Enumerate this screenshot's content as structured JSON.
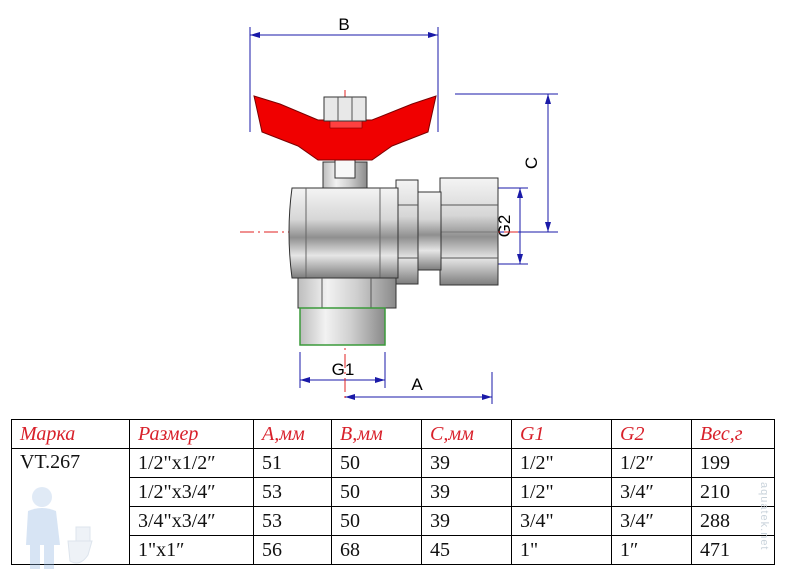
{
  "drawing": {
    "dim_b": "B",
    "dim_c": "C",
    "dim_g2": "G2",
    "dim_g1": "G1",
    "dim_a": "A",
    "colors": {
      "handle": "#f00000",
      "dim_line": "#1a1aa8",
      "axis": "#e02020",
      "tail": "#3a9a3a"
    }
  },
  "table": {
    "headers": [
      "Марка",
      "Размер",
      "А,мм",
      "В,мм",
      "С,мм",
      "G1",
      "G2",
      "Вес,г"
    ],
    "brand": "VT.267",
    "rows": [
      [
        "1/2\"x1/2″",
        "51",
        "50",
        "39",
        "1/2\"",
        "1/2″",
        "199"
      ],
      [
        "1/2\"x3/4″",
        "53",
        "50",
        "39",
        "1/2\"",
        "3/4″",
        "210"
      ],
      [
        "3/4\"x3/4″",
        "53",
        "50",
        "39",
        "3/4\"",
        "3/4″",
        "288"
      ],
      [
        "1\"x1″",
        "56",
        "68",
        "45",
        "1\"",
        "1″",
        "471"
      ]
    ],
    "header_color": "#d8202a",
    "watermark": "aquatek.net"
  }
}
